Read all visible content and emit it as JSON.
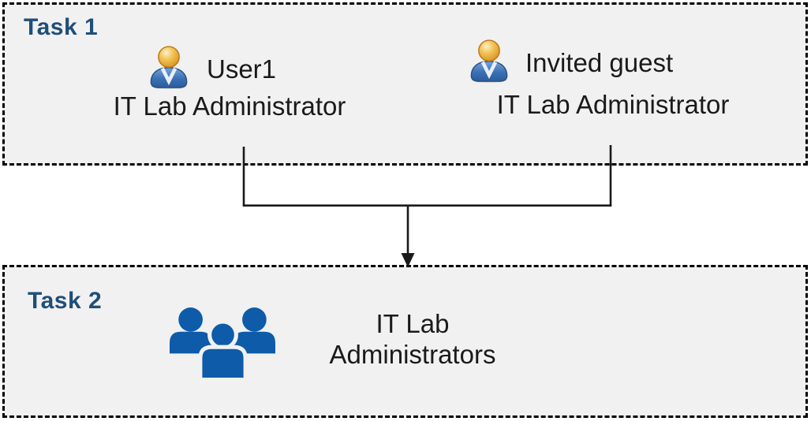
{
  "task1": {
    "label": "Task 1",
    "users": [
      {
        "name": "User1",
        "role": "IT Lab Administrator",
        "icon": "person-icon"
      },
      {
        "name": "Invited guest",
        "role": "IT Lab Administrator",
        "icon": "person-icon"
      }
    ]
  },
  "connector": {
    "type": "merge-arrow",
    "description": "two lines merge and point down into Task 2"
  },
  "task2": {
    "label": "Task 2",
    "group": {
      "label": "IT Lab Administrators",
      "icon": "people-group-icon"
    }
  },
  "colors": {
    "task_label_blue": "#1F4E79",
    "box_background": "#F1F1F1",
    "dashed_border": "#000000",
    "group_icon_blue": "#0D5BA9",
    "person_head_gold": "#E8A33D",
    "person_body_blue": "#3A70B5",
    "text": "#1A1A1A"
  }
}
